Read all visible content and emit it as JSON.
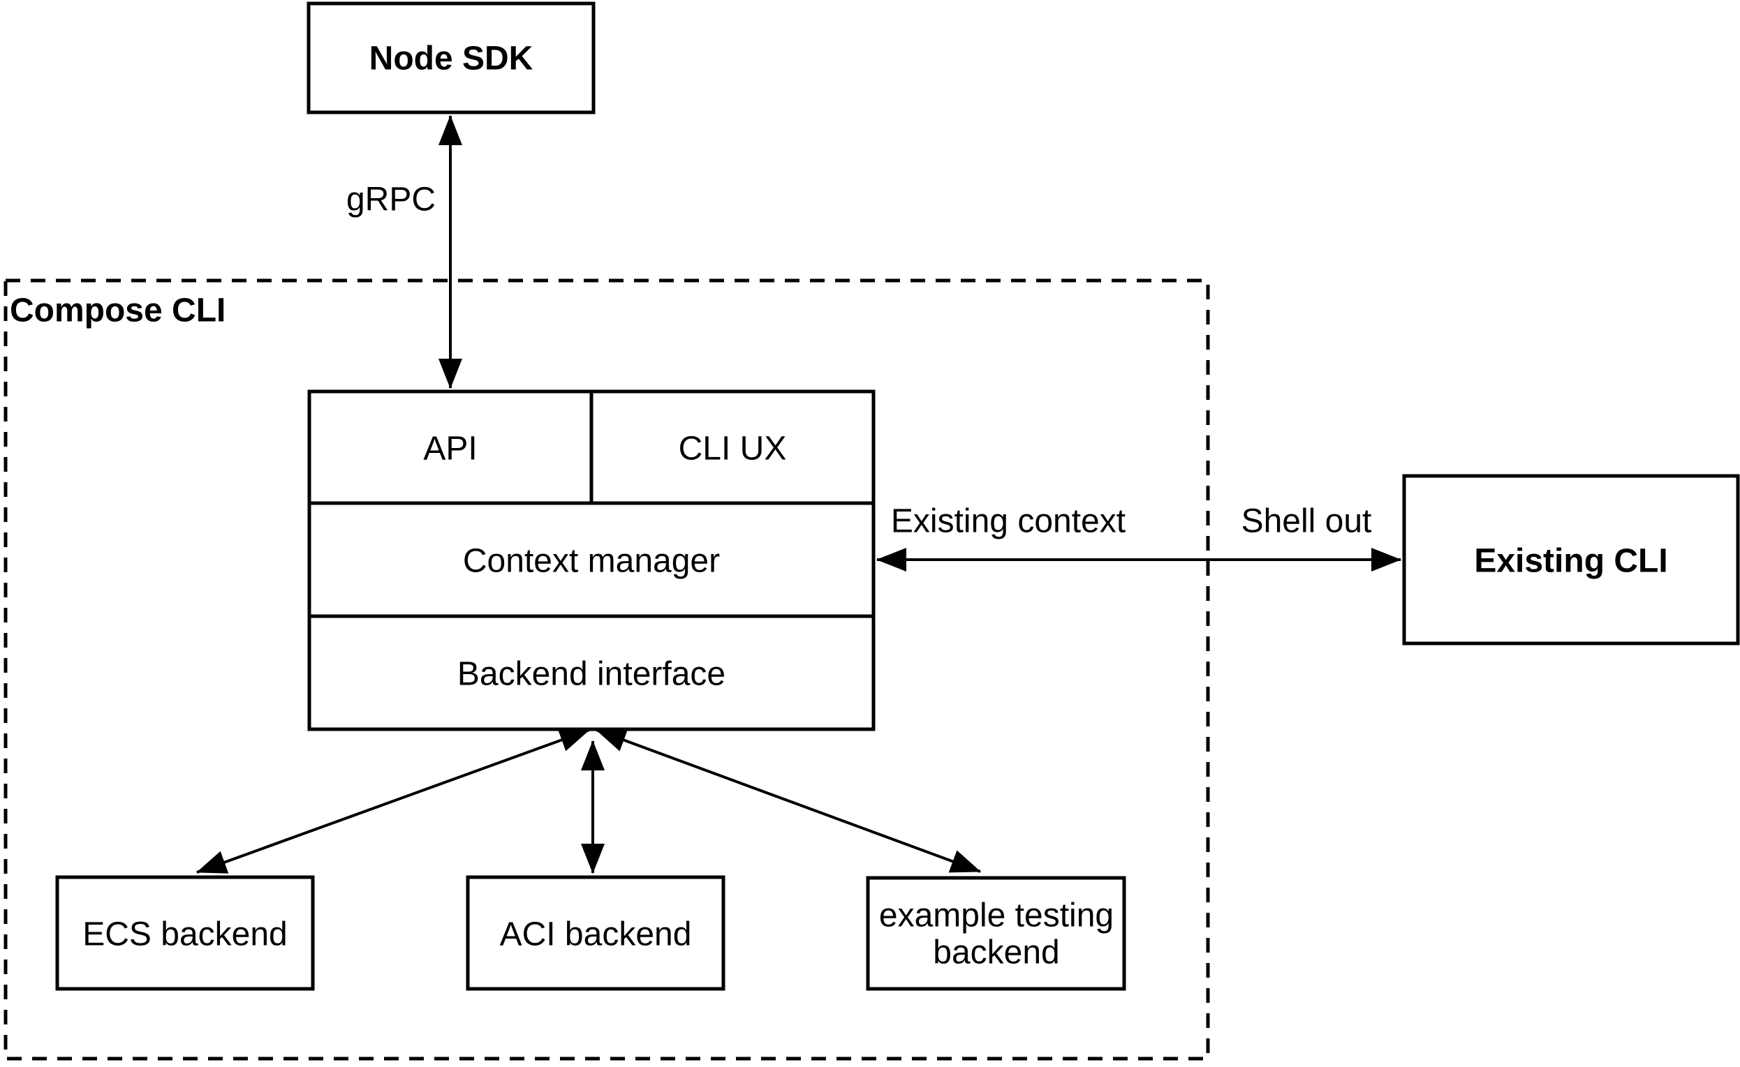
{
  "colors": {
    "background": "#ffffff",
    "line": "#000000",
    "text": "#000000"
  },
  "nodes": {
    "node_sdk": {
      "label": "Node SDK"
    },
    "compose_cli_group": {
      "label": "Compose CLI"
    },
    "api": {
      "label": "API"
    },
    "cli_ux": {
      "label": "CLI UX"
    },
    "context_manager": {
      "label": "Context manager"
    },
    "backend_interface": {
      "label": "Backend interface"
    },
    "existing_cli": {
      "label": "Existing CLI"
    },
    "ecs_backend": {
      "label": "ECS backend"
    },
    "aci_backend": {
      "label": "ACI backend"
    },
    "example_testing_backend": {
      "label": "example testing backend",
      "lines": [
        "example testing",
        "backend"
      ]
    }
  },
  "edges": {
    "grpc": {
      "label": "gRPC"
    },
    "existing_context": {
      "label": "Existing context"
    },
    "shell_out": {
      "label": "Shell out"
    }
  }
}
